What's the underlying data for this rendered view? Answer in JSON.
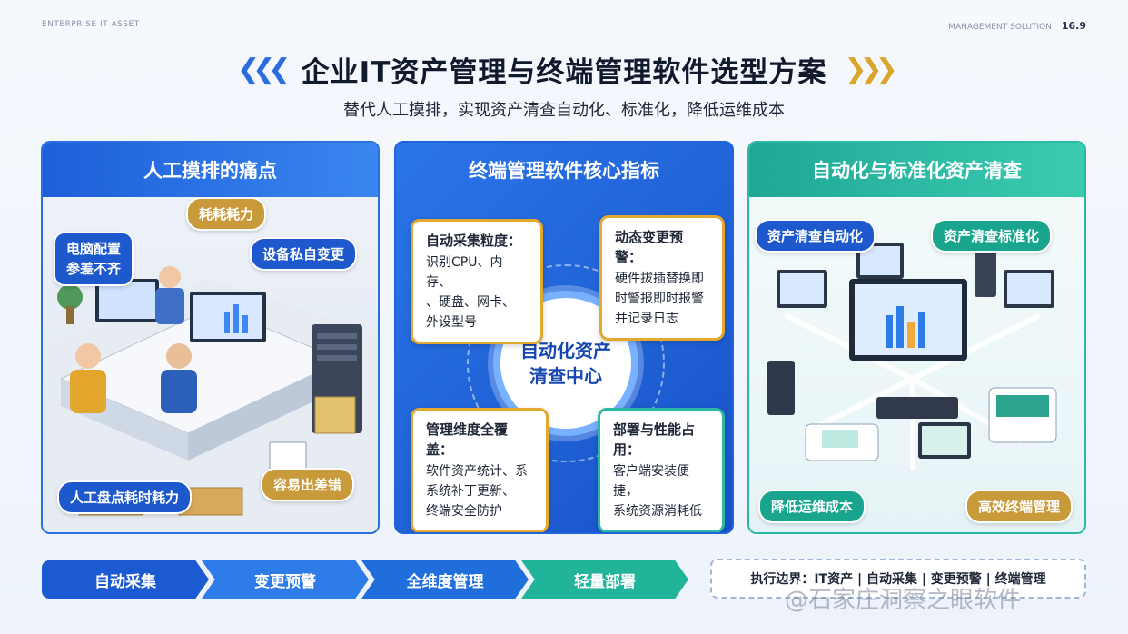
{
  "topbar": {
    "left": "ENTERPRISE IT ASSET",
    "right": "MANAGEMENT SOLUTION",
    "page": "16.9"
  },
  "header": {
    "title": "企业IT资产管理与终端管理软件选型方案",
    "subtitle": "替代人工摸排，实现资产清查自动化、标准化，降低运维成本"
  },
  "panel1": {
    "title": "人工摸排的痛点",
    "labels": {
      "effort": "耗耗耗力",
      "config": "电脑配置\n参差不齐",
      "private": "设备私自变更",
      "error": "容易出差错",
      "manual": "人工盘点耗时耗力"
    }
  },
  "panel2": {
    "title": "终端管理软件核心指标",
    "hub": "自动化资产\n清查中心",
    "cards": [
      {
        "title": "自动采集粒度：",
        "body": "识别CPU、内存、\n、硬盘、网卡、\n外设型号"
      },
      {
        "title": "动态变更预警：",
        "body": "硬件拔插替换即\n时警报即时报警\n并记录日志"
      },
      {
        "title": "管理维度全覆盖：",
        "body": "软件资产统计、系\n系统补丁更新、\n终端安全防护"
      },
      {
        "title": "部署与性能占用：",
        "body": "客户端安装便捷，\n系统资源消耗低"
      }
    ]
  },
  "panel3": {
    "title": "自动化与标准化资产清查",
    "labels": {
      "auto": "资产清查自动化",
      "std": "资产清查标准化",
      "cost": "降低运维成本",
      "eff": "高效终端管理"
    }
  },
  "flow": [
    "自动采集",
    "变更预警",
    "全维度管理",
    "轻量部署"
  ],
  "boundary": "执行边界：IT资产 | 自动采集 | 变更预警 | 终端管理",
  "watermark": "@石家庄洞察之眼软件",
  "colors": {
    "blue": "#1d58cc",
    "gold": "#c99a3a",
    "teal": "#19a58d",
    "orange": "#e4a82e"
  }
}
